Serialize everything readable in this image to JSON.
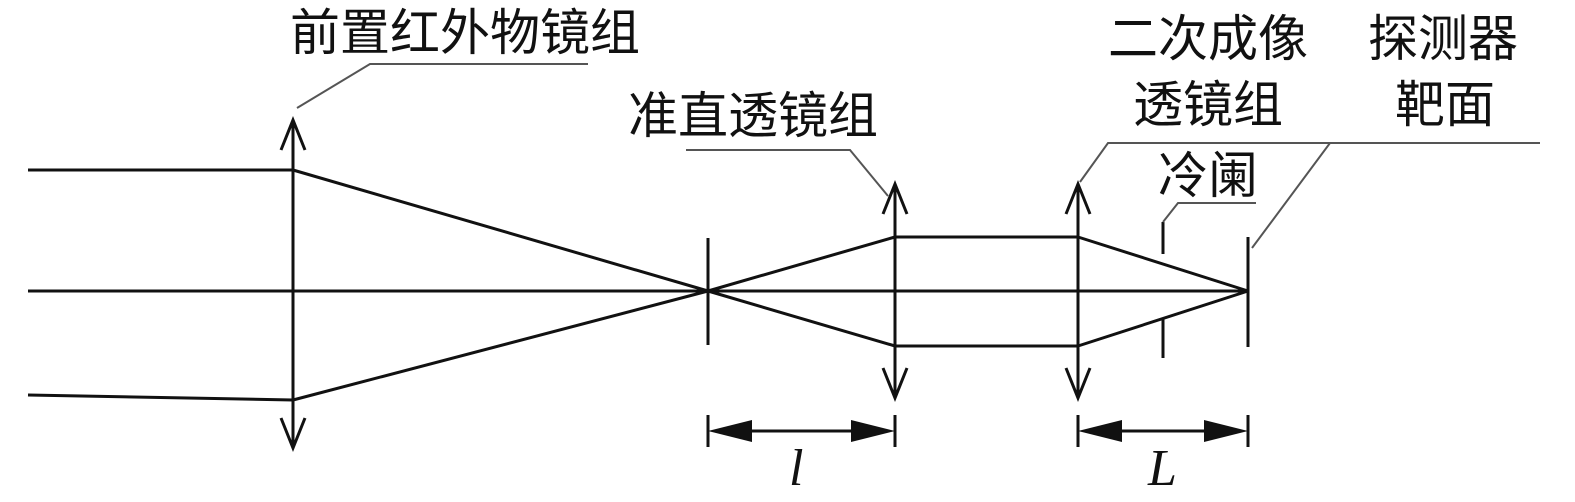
{
  "diagram": {
    "labels": {
      "front_objective": "前置红外物镜组",
      "collimating_group": "准直透镜组",
      "secondary_imaging_line1": "二次成像",
      "secondary_imaging_line2": "透镜组",
      "cold_stop": "冷阑",
      "detector_line1": "探测器",
      "detector_line2": "靶面"
    },
    "dimensions": {
      "collimator_spacing": "l",
      "imaging_spacing": "L"
    },
    "components": [
      {
        "id": "front-objective-lens",
        "type": "convex-lens"
      },
      {
        "id": "intermediate-image-plane",
        "type": "image-plane"
      },
      {
        "id": "collimating-lens",
        "type": "convex-lens"
      },
      {
        "id": "secondary-imaging-lens",
        "type": "convex-lens"
      },
      {
        "id": "cold-stop",
        "type": "aperture-stop"
      },
      {
        "id": "detector-plane",
        "type": "image-plane"
      }
    ],
    "colors": {
      "line": "#111111",
      "leader": "#555555",
      "background": "#ffffff"
    }
  }
}
